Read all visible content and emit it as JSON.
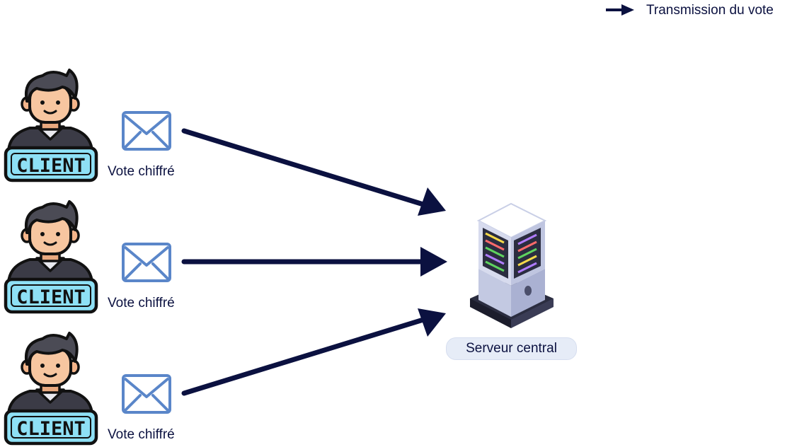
{
  "legend": {
    "label": "Transmission du vote",
    "arrow_color": "#0b1140"
  },
  "clients": [
    {
      "badge": "CLIENT",
      "caption": "Vote chiffré"
    },
    {
      "badge": "CLIENT",
      "caption": "Vote chiffré"
    },
    {
      "badge": "CLIENT",
      "caption": "Vote chiffré"
    }
  ],
  "server": {
    "label": "Serveur central"
  },
  "colors": {
    "arrow": "#0b1140",
    "envelope": "#5a86c9",
    "badge_fill": "#8ee0f5",
    "hair": "#4b4b55",
    "skin": "#f7c6a0",
    "shirt": "#3b3b46",
    "server_body": "#c9cfe6",
    "server_dark": "#2b2d40"
  }
}
